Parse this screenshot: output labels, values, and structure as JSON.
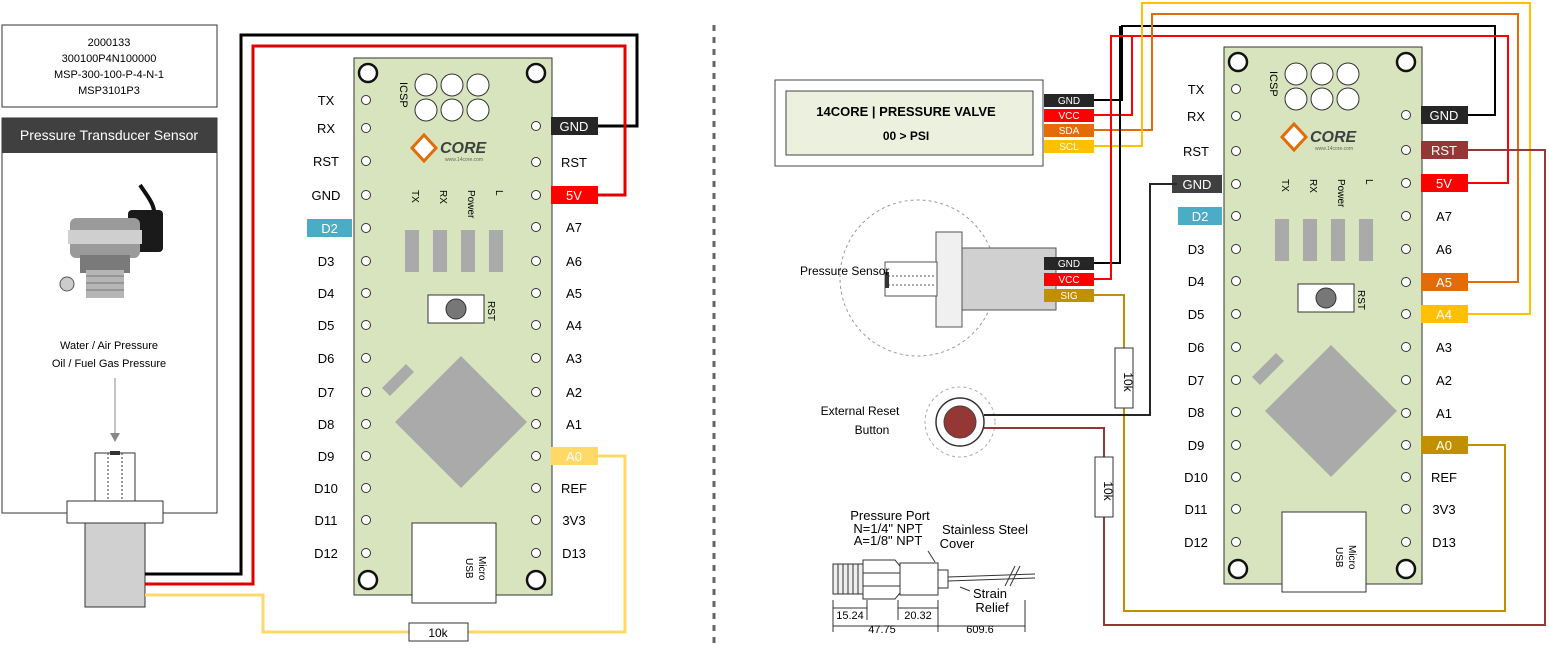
{
  "left_panel": {
    "part_numbers": [
      "2000133",
      "300100P4N100000",
      "MSP-300-100-P-4-N-1",
      "MSP3101P3"
    ],
    "sensor_title": "Pressure Transducer Sensor",
    "applications": [
      "Water / Air Pressure",
      "Oil / Fuel Gas Pressure"
    ],
    "resistor_label": "10k"
  },
  "board": {
    "logo": "CORE",
    "logo_url": "www.14core.com",
    "icsp_label": "ICSP",
    "led_labels": [
      "TX",
      "RX",
      "Power",
      "L"
    ],
    "rst_button_label": "RST",
    "usb_label": [
      "Micro",
      "USB"
    ],
    "left_pins": [
      "TX",
      "RX",
      "RST",
      "GND",
      "D2",
      "D3",
      "D4",
      "D5",
      "D6",
      "D7",
      "D8",
      "D9",
      "D10",
      "D11",
      "D12"
    ],
    "right_pins": [
      "GND",
      "RST",
      "5V",
      "A7",
      "A6",
      "A5",
      "A4",
      "A3",
      "A2",
      "A1",
      "A0",
      "REF",
      "3V3",
      "D13"
    ]
  },
  "right_panel": {
    "lcd_line1": "14CORE | PRESSURE VALVE",
    "lcd_line2": "00 > PSI",
    "lcd_pins": [
      "GND",
      "VCC",
      "SDA",
      "SCL"
    ],
    "sensor_label": "Pressure Sensor",
    "sensor_pins": [
      "GND",
      "VCC",
      "SIG"
    ],
    "reset_label": [
      "External Reset",
      "Button"
    ],
    "resistor_labels": [
      "10k",
      "10k"
    ],
    "spec": {
      "port_title": "Pressure Port",
      "port_lines": [
        "N=1/4\" NPT",
        "A=1/8\" NPT"
      ],
      "cover": [
        "Stainless Steel",
        "Cover"
      ],
      "relief": [
        "Strain",
        "Relief"
      ],
      "dims": [
        "15.24",
        "20.32",
        "47.75",
        "609.6"
      ]
    }
  },
  "colors": {
    "board": "#d7e4bd",
    "gnd": "#262626",
    "vcc": "#ff0000",
    "sda": "#e36c09",
    "scl": "#ffc000",
    "sig": "#c09000",
    "d2": "#4bacc6",
    "rst": "#953735",
    "a5": "#e36c09",
    "a4": "#ffc000",
    "a0": "#c09000",
    "a0_left": "#ffd966"
  }
}
